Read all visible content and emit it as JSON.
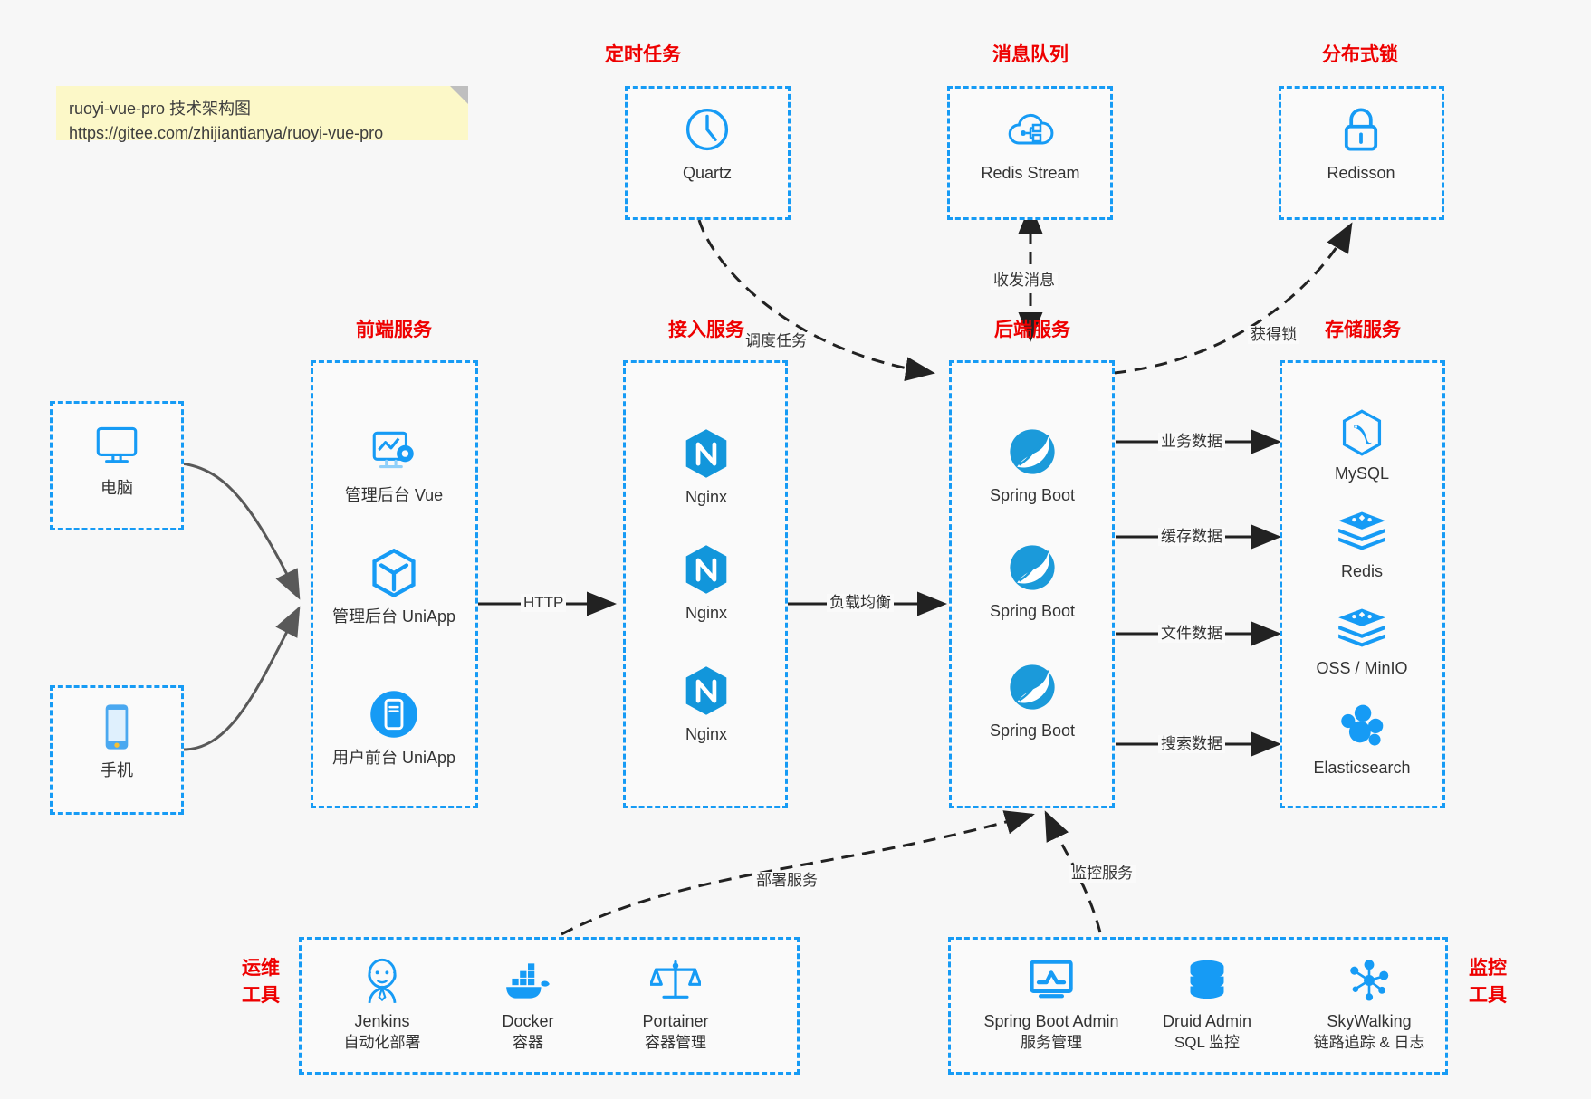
{
  "note": {
    "line1": "ruoyi-vue-pro 技术架构图",
    "line2": "https://gitee.com/zhijiantianya/ruoyi-vue-pro",
    "bg_color": "#fcf8c8"
  },
  "colors": {
    "accent_blue": "#169bf5",
    "title_red": "#ee0000",
    "canvas_bg": "#f7f7f7",
    "arrow_dark": "#222222",
    "arrow_gray": "#595959"
  },
  "groups": {
    "scheduled_task": {
      "title": "定时任务",
      "nodes": [
        {
          "label": "Quartz",
          "icon": "clock-icon"
        }
      ]
    },
    "message_queue": {
      "title": "消息队列",
      "nodes": [
        {
          "label": "Redis Stream",
          "icon": "cloud-network-icon"
        }
      ]
    },
    "distributed_lock": {
      "title": "分布式锁",
      "nodes": [
        {
          "label": "Redisson",
          "icon": "lock-icon"
        }
      ]
    },
    "clients": {
      "nodes": [
        {
          "label": "电脑",
          "icon": "desktop-monitor-icon"
        },
        {
          "label": "手机",
          "icon": "mobile-phone-icon"
        }
      ]
    },
    "frontend": {
      "title": "前端服务",
      "nodes": [
        {
          "label": "管理后台 Vue",
          "icon": "dashboard-settings-icon"
        },
        {
          "label": "管理后台 UniApp",
          "icon": "cube-icon"
        },
        {
          "label": "用户前台 UniApp",
          "icon": "mobile-circle-icon"
        }
      ]
    },
    "gateway": {
      "title": "接入服务",
      "nodes": [
        {
          "label": "Nginx",
          "icon": "nginx-icon"
        },
        {
          "label": "Nginx",
          "icon": "nginx-icon"
        },
        {
          "label": "Nginx",
          "icon": "nginx-icon"
        }
      ]
    },
    "backend": {
      "title": "后端服务",
      "nodes": [
        {
          "label": "Spring Boot",
          "icon": "spring-boot-icon"
        },
        {
          "label": "Spring Boot",
          "icon": "spring-boot-icon"
        },
        {
          "label": "Spring Boot",
          "icon": "spring-boot-icon"
        }
      ]
    },
    "storage": {
      "title": "存储服务",
      "nodes": [
        {
          "label": "MySQL",
          "icon": "mysql-dolphin-icon"
        },
        {
          "label": "Redis",
          "icon": "redis-stack-icon"
        },
        {
          "label": "OSS / MinIO",
          "icon": "object-storage-icon"
        },
        {
          "label": "Elasticsearch",
          "icon": "elasticsearch-icon"
        }
      ]
    },
    "devops": {
      "title_line1": "运维",
      "title_line2": "工具",
      "nodes": [
        {
          "label": "Jenkins",
          "sublabel": "自动化部署",
          "icon": "jenkins-butler-icon"
        },
        {
          "label": "Docker",
          "sublabel": "容器",
          "icon": "docker-whale-icon"
        },
        {
          "label": "Portainer",
          "sublabel": "容器管理",
          "icon": "portainer-scales-icon"
        }
      ]
    },
    "monitoring": {
      "title_line1": "监控",
      "title_line2": "工具",
      "nodes": [
        {
          "label": "Spring Boot Admin",
          "sublabel": "服务管理",
          "icon": "monitor-chart-icon"
        },
        {
          "label": "Druid Admin",
          "sublabel": "SQL 监控",
          "icon": "database-cylinder-icon"
        },
        {
          "label": "SkyWalking",
          "sublabel": "链路追踪 & 日志",
          "icon": "node-graph-icon"
        }
      ]
    }
  },
  "edges": {
    "schedule_task": "调度任务",
    "send_receive_message": "收发消息",
    "acquire_lock": "获得锁",
    "http": "HTTP",
    "load_balance": "负载均衡",
    "business_data": "业务数据",
    "cache_data": "缓存数据",
    "file_data": "文件数据",
    "search_data": "搜索数据",
    "deploy_service": "部署服务",
    "monitor_service": "监控服务"
  }
}
